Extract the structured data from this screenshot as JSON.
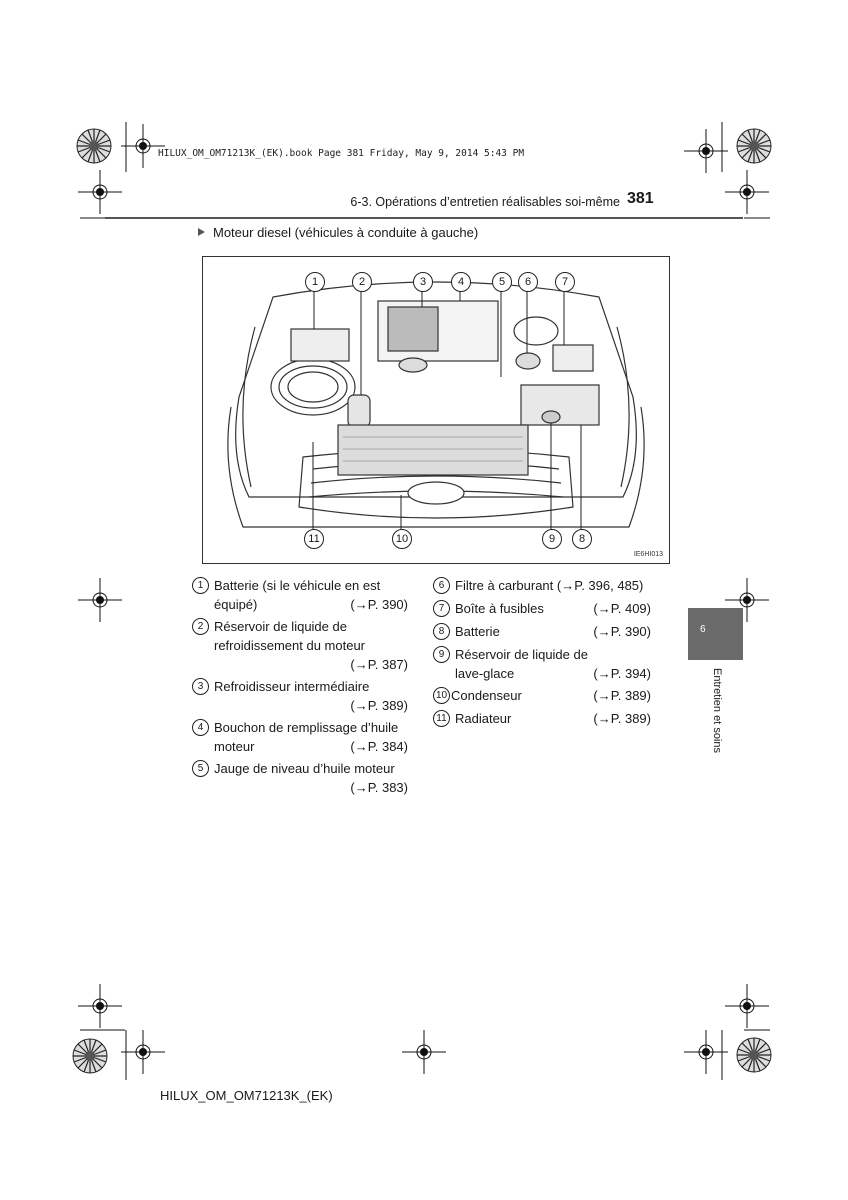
{
  "print_header": "HILUX_OM_OM71213K_(EK).book  Page 381  Friday, May 9, 2014  5:43 PM",
  "section_title": "6-3. Opérations d’entretien réalisables soi-même",
  "page_number": "381",
  "subheading": "Moteur diesel (véhicules à conduite à gauche)",
  "figure": {
    "code": "IE6HI013",
    "callouts": [
      "1",
      "2",
      "3",
      "4",
      "5",
      "6",
      "7",
      "8",
      "9",
      "10",
      "11"
    ]
  },
  "legend": [
    {
      "num": "1",
      "lines": [
        "Batterie (si le véhicule en est",
        "équipé)"
      ],
      "ref": "(→P. 390)"
    },
    {
      "num": "2",
      "lines": [
        "Réservoir de liquide de",
        "refroidissement du moteur"
      ],
      "ref": "(→P. 387)"
    },
    {
      "num": "3",
      "lines": [
        "Refroidisseur intermédiaire"
      ],
      "ref": "(→P. 389)"
    },
    {
      "num": "4",
      "lines": [
        "Bouchon de remplissage d’huile",
        "moteur"
      ],
      "ref": "(→P. 384)"
    },
    {
      "num": "5",
      "lines": [
        "Jauge de niveau d’huile moteur"
      ],
      "ref": "(→P. 383)"
    },
    {
      "num": "6",
      "lines": [
        "Filtre à carburant (→P. 396, 485)"
      ],
      "ref": ""
    },
    {
      "num": "7",
      "lines": [
        "Boîte à fusibles"
      ],
      "ref": "(→P. 409)"
    },
    {
      "num": "8",
      "lines": [
        "Batterie"
      ],
      "ref": "(→P. 390)"
    },
    {
      "num": "9",
      "lines": [
        "Réservoir de liquide de",
        "lave-glace"
      ],
      "ref": "(→P. 394)"
    },
    {
      "num": "10",
      "lines": [
        "Condenseur"
      ],
      "ref": "(→P. 389)"
    },
    {
      "num": "11",
      "lines": [
        "Radiateur"
      ],
      "ref": "(→P. 389)"
    }
  ],
  "side_tab": {
    "number": "6",
    "label": "Entretien et soins"
  },
  "footer": "HILUX_OM_OM71213K_(EK)"
}
